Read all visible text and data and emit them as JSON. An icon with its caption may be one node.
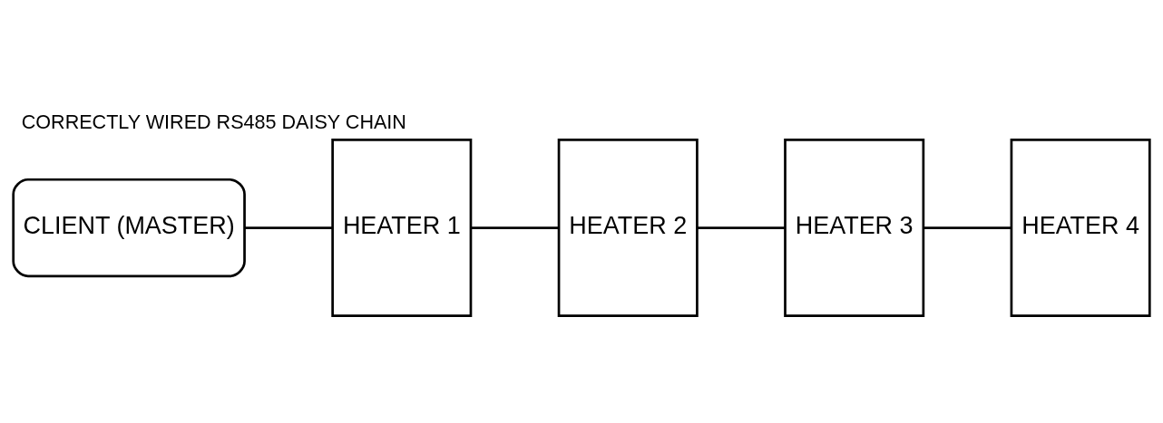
{
  "diagram": {
    "title": "CORRECTLY WIRED RS485 DAISY CHAIN",
    "nodes": [
      {
        "text": [
          "CLIENT (MASTER)"
        ]
      },
      {
        "text": [
          "HEATER 1"
        ]
      },
      {
        "text": [
          "HEATER 2"
        ]
      },
      {
        "text": [
          "HEATER 3"
        ]
      },
      {
        "text": [
          "HEATER 4"
        ]
      }
    ],
    "edges": [
      {
        "from": 0,
        "to": 1,
        "arrow": "none"
      },
      {
        "from": 1,
        "to": 2,
        "arrow": "none"
      },
      {
        "from": 2,
        "to": 3,
        "arrow": "none"
      },
      {
        "from": 3,
        "to": 4,
        "arrow": "none"
      }
    ]
  }
}
